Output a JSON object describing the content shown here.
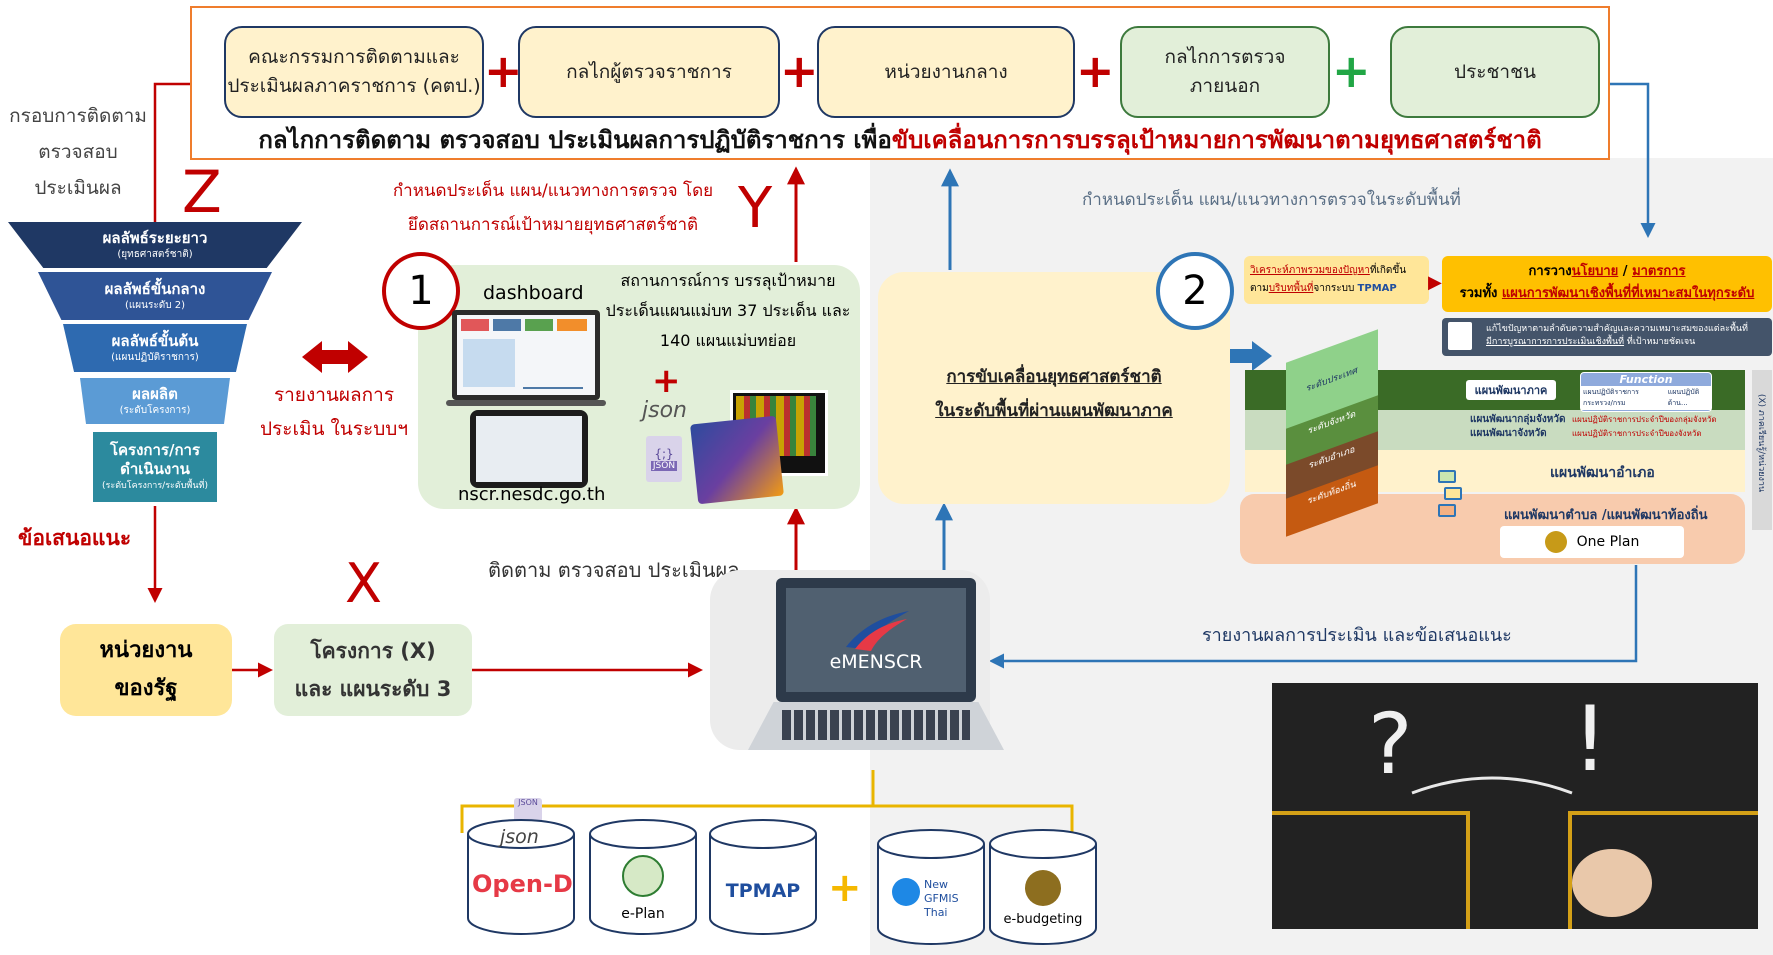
{
  "top": {
    "boxes": [
      "คณะกรรมการติดตามและประเมินผลภาคราชการ (คตป.)",
      "กลไกผู้ตรวจราชการ",
      "หน่วยงานกลาง",
      "กลไกการตรวจภายนอก",
      "ประชาชน"
    ],
    "tagline_prefix": "กลไกการติดตาม ตรวจสอบ ประเมินผลการปฏิบัติราชการ เพื่อ",
    "tagline_highlight": "ขับเคลื่อนการการบรรลุเป้าหมายการพัฒนาตามยุทธศาสตร์ชาติ"
  },
  "left": {
    "frame_label": "กรอบการติดตาม ตรวจสอบ ประเมินผล",
    "z": "Z",
    "funnel": [
      {
        "title": "ผลลัพธ์ระยะยาว",
        "sub": "(ยุทธศาสตร์ชาติ)"
      },
      {
        "title": "ผลลัพธ์ขั้นกลาง",
        "sub": "(แผนระดับ 2)"
      },
      {
        "title": "ผลลัพธ์ขั้นต้น",
        "sub": "(แผนปฏิบัติราชการ)"
      },
      {
        "title": "ผลผลิต",
        "sub": "(ระดับโครงการ)"
      },
      {
        "title": "โครงการ/การดำเนินงาน",
        "sub": "(ระดับโครงการ/ระดับพื้นที่)"
      }
    ],
    "suggestion": "ข้อเสนอแนะ",
    "report": "รายงานผลการประเมิน ในระบบฯ",
    "agency": "หน่วยงาน ของรัฐ",
    "x": "X",
    "project": "โครงการ (X) และ แผนระดับ 3"
  },
  "center": {
    "y": "Y",
    "issue_text": "กำหนดประเด็น แผน/แนวทางการตรวจ โดยยึดสถานการณ์เป้าหมายยุทธศาสตร์ชาติ",
    "num1": "1",
    "dashboard": "dashboard",
    "situation": "สถานการณ์การ บรรลุเป้าหมายประเด็นแผนแม่บท 37 ประเด็น และ 140 แผนแม่บทย่อย",
    "json": "json",
    "json_badge": "JSON",
    "site": "nscr.nesdc.go.th",
    "monitor": "ติดตาม ตรวจสอบ ประเมินผล",
    "emenscr": "eMENSCR"
  },
  "right": {
    "issue_area": "กำหนดประเด็น แผน/แนวทางการตรวจในระดับพื้นที่",
    "num2": "2",
    "drive_line1": "การขับเคลื่อนยุทธศาสตร์ชาติ",
    "drive_line2": "ในระดับพื้นที่ผ่านแผนพัฒนาภาค",
    "analysis_a": "วิเคราะห์ภาพรวมของปัญหา",
    "analysis_b": "ที่เกิดขึ้น",
    "analysis_c": "ตาม",
    "analysis_d": "บริบทพื้นที่",
    "analysis_e": "จากระบบ",
    "tpmap_small": "TPMAP",
    "policy_a": "การวาง",
    "policy_b": "นโยบาย",
    "policy_c": " / ",
    "policy_d": "มาตรการ",
    "policy_e": "รวมทั้ง",
    "policy_f": "แผนการพัฒนาเชิงพื้นที่ที่เหมาะสมในทุกระดับ",
    "solve_a": "แก้ไขปัญหาตามลำดับความสำคัญและความเหมาะสมของแต่ละพื้นที่",
    "solve_b": "มีการบูรณาการการประเมินเชิงพื้นที่",
    "solve_c": " ที่เป้าหมายชัดเจน",
    "function": "Function",
    "region_plan": "แผนพัฒนาภาค",
    "ministry_plan": "แผนปฏิบัติราชการ กระทรวง/กรม",
    "other_plan": "แผนปฏิบัติด้าน...",
    "cluster_plan": "แผนพัฒนากลุ่มจังหวัด",
    "province_plan": "แผนพัฒนาจังหวัด",
    "cluster_action": "แผนปฏิบัติราชการประจำปีของกลุ่มจังหวัด",
    "province_action": "แผนปฏิบัติราชการประจำปีของจังหวัด",
    "district_plan": "แผนพัฒนาอำเภอ",
    "local_plan": "แผนพัฒนาตำบล /แผนพัฒนาท้องถิ่น",
    "one_plan": "One Plan",
    "level_country": "ระดับประเทศ",
    "level_province": "ระดับจังหวัด",
    "level_district": "ระดับอำเภอ",
    "level_local": "ระดับท้องถิ่น",
    "vertical": "(X) ภาคเรียนรู้/หน่วยงาน",
    "report_back": "รายงานผลการประเมิน และข้อเสนอแนะ"
  },
  "databases": {
    "json": "json",
    "json_badge": "JSON",
    "items": [
      "Open-D",
      "e-Plan",
      "TPMAP",
      "New GFMIS Thai",
      "e-budgeting"
    ]
  },
  "photo": {
    "question": "?",
    "exclaim": "!"
  },
  "colors": {
    "orange_frame": "#ef7d2d",
    "red": "#c00000",
    "navy": "#1f3864",
    "blue_arrow": "#2e75b6",
    "green_plus": "#21a645",
    "yellow_box": "#fff2cc",
    "green_box": "#e2efd9"
  }
}
